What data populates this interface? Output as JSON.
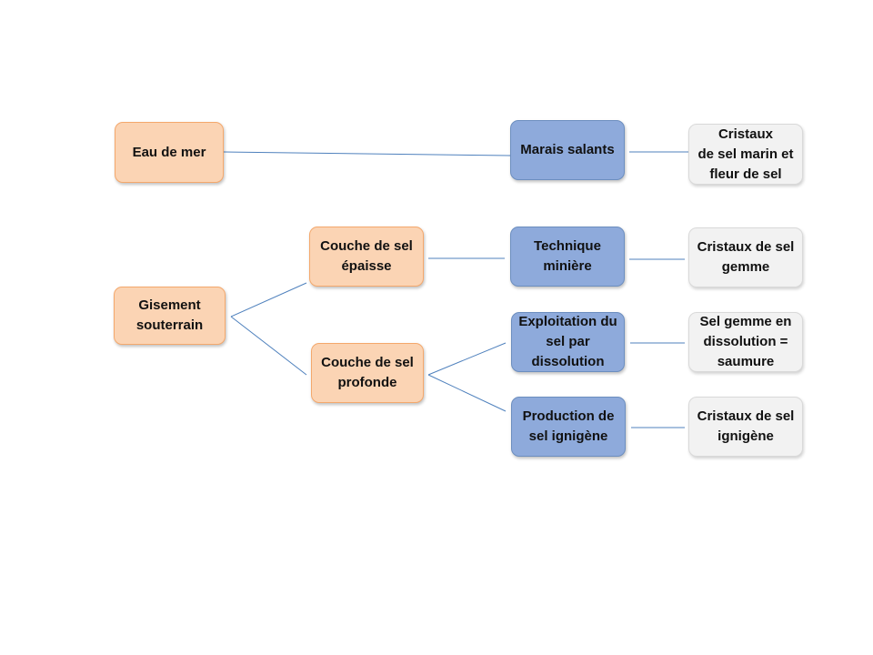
{
  "diagram": {
    "nodes": {
      "eau_de_mer": {
        "lines": [
          "Eau de mer"
        ]
      },
      "marais_salants": {
        "lines": [
          "Marais salants"
        ]
      },
      "cristaux_marin": {
        "lines": [
          "Cristaux",
          "de sel marin et",
          "fleur de sel"
        ]
      },
      "gisement": {
        "lines": [
          "Gisement",
          "souterrain"
        ]
      },
      "couche_epaisse": {
        "lines": [
          "Couche de sel",
          "épaisse"
        ]
      },
      "technique_miniere": {
        "lines": [
          "Technique",
          "minière"
        ]
      },
      "cristaux_gemme": {
        "lines": [
          "Cristaux de sel",
          "gemme"
        ]
      },
      "couche_profonde": {
        "lines": [
          "Couche de sel",
          "profonde"
        ]
      },
      "exploitation": {
        "lines": [
          "Exploitation du",
          "sel par",
          "dissolution"
        ]
      },
      "saumure": {
        "lines": [
          "Sel gemme en",
          "dissolution =",
          "saumure"
        ]
      },
      "production": {
        "lines": [
          "Production de",
          "sel ignigène"
        ]
      },
      "cristaux_ignigene": {
        "lines": [
          "Cristaux de sel",
          "ignigène"
        ]
      }
    },
    "colors": {
      "source_fill": "#fbd4b4",
      "source_border": "#f4a86c",
      "process_fill": "#8eaadb",
      "process_border": "#6c8ebf",
      "product_fill": "#f2f2f2",
      "product_border": "#d9d9d9",
      "connector": "#4f81bd"
    }
  }
}
